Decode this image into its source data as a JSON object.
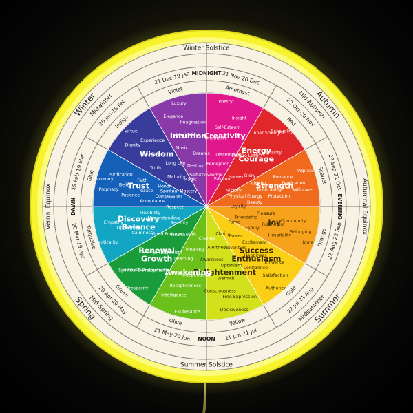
{
  "seasons": [
    {
      "label": "Winter Solstice",
      "angle": 0
    },
    {
      "label": "Autumn",
      "angle": 50
    },
    {
      "label": "Autumnal Equinox",
      "angle": 90
    },
    {
      "label": "Summer",
      "angle": 130
    },
    {
      "label": "Summer Solstice",
      "angle": 180
    },
    {
      "label": "Spring",
      "angle": 230
    },
    {
      "label": "Vernal Equinox",
      "angle": 270
    },
    {
      "label": "Winter",
      "angle": 310
    }
  ],
  "subseasons": [
    {
      "label": "Mid-Autumn",
      "angle": 46
    },
    {
      "label": "Midsummer",
      "angle": 134
    },
    {
      "label": "Mid-Spring",
      "angle": 226
    },
    {
      "label": "Midwinter",
      "angle": 314
    }
  ],
  "dates": [
    {
      "label": "21 Nov-20 Dec",
      "angle": 15
    },
    {
      "label": "22 Oct-20 Nov",
      "angle": 45
    },
    {
      "label": "23 Sep-21 Oct",
      "angle": 75
    },
    {
      "label": "22 Aug-22 Sep",
      "angle": 105
    },
    {
      "label": "22 Jul-21 Aug",
      "angle": 135
    },
    {
      "label": "21 Jun-21 Jul",
      "angle": 165
    },
    {
      "label": "21 May-20 Jun",
      "angle": 195
    },
    {
      "label": "20 Apr-20 May",
      "angle": 225
    },
    {
      "label": "20 Mar-19 Apr",
      "angle": 255
    },
    {
      "label": "19 Feb-19 Mar",
      "angle": 285
    },
    {
      "label": "20 Jan-18 Feb",
      "angle": 315
    },
    {
      "label": "21 Dec-19 Jan",
      "angle": 345
    }
  ],
  "times": [
    {
      "label": "MIDNIGHT",
      "angle": 0
    },
    {
      "label": "EVENING",
      "angle": 90
    },
    {
      "label": "NOON",
      "angle": 180
    },
    {
      "label": "DAWN",
      "angle": 270
    }
  ],
  "colors_ring": [
    {
      "label": "Amethyst",
      "angle": 15
    },
    {
      "label": "Red",
      "angle": 45
    },
    {
      "label": "Scarlet",
      "angle": 75
    },
    {
      "label": "Orange",
      "angle": 105
    },
    {
      "label": "Gold",
      "angle": 135
    },
    {
      "label": "Yellow",
      "angle": 165
    },
    {
      "label": "Olive",
      "angle": 195
    },
    {
      "label": "Green",
      "angle": 225
    },
    {
      "label": "Turquoise",
      "angle": 255
    },
    {
      "label": "Blue",
      "angle": 285
    },
    {
      "label": "Indigo",
      "angle": 315
    },
    {
      "label": "Violet",
      "angle": 345
    }
  ],
  "segments": [
    {
      "name": "Creativity",
      "color": "#e0188c",
      "start": 0,
      "words": [
        "Self-Knowledge",
        "Perception",
        "Discernment",
        "Originality",
        "Self-Esteem",
        "Insight",
        "Poetry"
      ]
    },
    {
      "name": "Energy Courage",
      "color": "#e0282a",
      "start": 30,
      "words": [
        "Passion",
        "Harvest",
        "Glory",
        "Mature Love",
        "Drive",
        "Tenacity",
        "Inner Strength",
        "Sensuality"
      ]
    },
    {
      "name": "Strength",
      "color": "#f06a1e",
      "start": 60,
      "words": [
        "Victory",
        "Physical Energy",
        "Beauty",
        "Vitality",
        "Invincibility",
        "Protection",
        "Romance",
        "Dedication",
        "Willpower",
        "Vigilance"
      ]
    },
    {
      "name": "Joy",
      "color": "#f6a21c",
      "start": 90,
      "words": [
        "Loyalty",
        "Friendship",
        "Family",
        "Pleasure",
        "Fulfillment",
        "Hospitality",
        "Community",
        "Belonging",
        "Home"
      ]
    },
    {
      "name": "Success Enthusiasm",
      "color": "#fbcf16",
      "start": 120,
      "words": [
        "Fame",
        "Power",
        "Adventure",
        "Excitement",
        "Happiness",
        "Confidence",
        "Influence",
        "Satisfaction",
        "Authority"
      ]
    },
    {
      "name": "Enlightenment",
      "color": "#d3e01c",
      "start": 150,
      "words": [
        "Clarity",
        "Alertness",
        "Awareness",
        "Optimism",
        "Warmth",
        "Consciousness",
        "Free Expression",
        "Decisiveness"
      ]
    },
    {
      "name": "Awakening",
      "color": "#6cc01c",
      "start": 180,
      "words": [
        "Change",
        "Meaning",
        "Learning",
        "Independence",
        "Receptiveness",
        "Intelligence",
        "Exuberance"
      ]
    },
    {
      "name": "Renewal Growth",
      "color": "#1a9c3a",
      "start": 210,
      "words": [
        "Birth",
        "Health",
        "Good Fortune",
        "Idealism",
        "Fertility",
        "Safety",
        "Productivity",
        "Spiritual Development",
        "Survival",
        "Prosperity"
      ]
    },
    {
      "name": "Discovery Balance",
      "color": "#12a6c4",
      "start": 240,
      "words": [
        "Serenity",
        "Understanding",
        "Flexibility",
        "Calmness",
        "Openness",
        "Empathy",
        "Practicality"
      ]
    },
    {
      "name": "Trust",
      "color": "#1560b8",
      "start": 270,
      "words": [
        "Respect",
        "Compassion",
        "Honor",
        "Acceptance",
        "Grace",
        "Faith",
        "Patience",
        "Belief",
        "Purification",
        "Prophecy",
        "Recovery"
      ]
    },
    {
      "name": "Wisdom",
      "color": "#3a3c9c",
      "start": 300,
      "words": [
        "Spiritual Mastery",
        "Maturity",
        "Long Life",
        "Truth",
        "Judgment",
        "Experience",
        "Dignity",
        "Virtue"
      ]
    },
    {
      "name": "Intuition",
      "color": "#8a3aa8",
      "start": 330,
      "words": [
        "Magic",
        "Destiny",
        "Dreams",
        "Music",
        "Inspiration",
        "Imagination",
        "Elegance",
        "Luxury"
      ]
    }
  ]
}
